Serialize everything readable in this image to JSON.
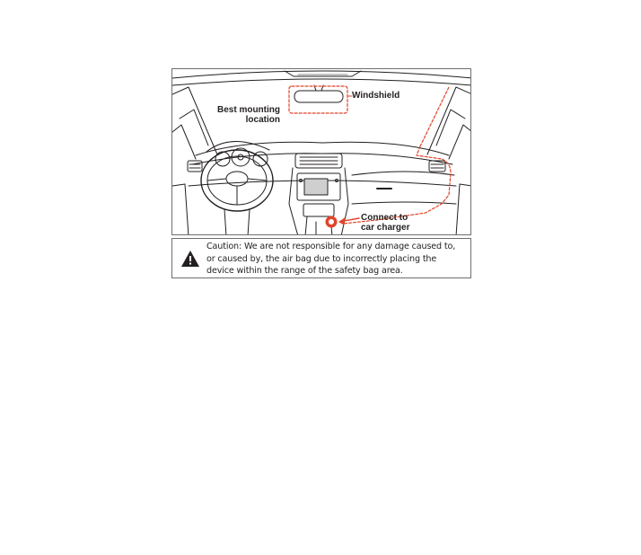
{
  "labels": {
    "windshield": "Windshield",
    "best_mounting_line1": "Best mounting",
    "best_mounting_line2": "location",
    "charger_line1": "Connect to",
    "charger_line2": "car charger"
  },
  "caution": {
    "icon": "warning-triangle-icon",
    "lines": [
      "Caution: We are not responsible for any damage caused to,",
      "or caused  by,  the air bag due to  incorrectly placing the",
      "device within the range of the safety bag area."
    ]
  },
  "colors": {
    "callout_red": "#e0442a",
    "outline": "#231f20"
  }
}
